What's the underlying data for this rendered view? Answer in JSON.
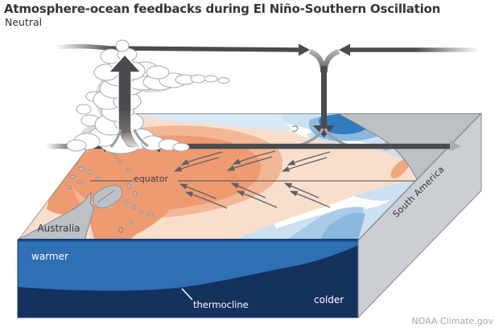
{
  "header": {
    "title": "Atmosphere-ocean feedbacks during El Niño-Southern Oscillation",
    "subtitle": "Neutral"
  },
  "credit": "NOAA Climate.gov",
  "diagram": {
    "labels": {
      "equator": "equator",
      "australia": "Australia",
      "south_america": "South America",
      "warmer": "warmer",
      "colder": "colder",
      "thermocline": "thermocline"
    },
    "colors": {
      "warm_core": "#EE9B72",
      "warm_mid": "#F3B795",
      "warm_pale": "#F9DECC",
      "sea_base_white": "#FFFFFF",
      "sea_light_blue": "#CCE1F0",
      "sea_back_band_blue": "#D8E9F5",
      "sea_medium_blue": "#8BB9DD",
      "sea_corner_blue": "#A9CBE5",
      "sea_dark_blue": "#2F7CBE",
      "upper_warm_layer": "#2E6FB5",
      "deep_cold_layer": "#15315E",
      "land_gray": "#BCC1C6",
      "side_face_gray": "#CBCFD4",
      "arrow_dark": "#4A4B4E",
      "arrow_light": "#A8ACB0",
      "cloud_white": "#FFFFFF",
      "cloud_shade": "#D9DEE2"
    }
  }
}
